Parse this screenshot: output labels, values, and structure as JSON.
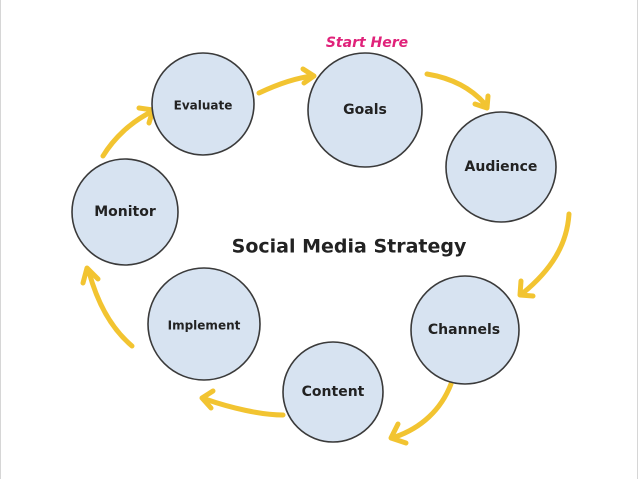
{
  "start_label": "Start Here",
  "center_title": "Social Media Strategy",
  "colors": {
    "start_label": "#e0227a",
    "arrow": "#f2c431",
    "node_fill": "#d7e3f1"
  },
  "nodes": [
    {
      "label": "Goals"
    },
    {
      "label": "Audience"
    },
    {
      "label": "Channels"
    },
    {
      "label": "Content"
    },
    {
      "label": "Implement"
    },
    {
      "label": "Monitor"
    },
    {
      "label": "Evaluate"
    }
  ]
}
